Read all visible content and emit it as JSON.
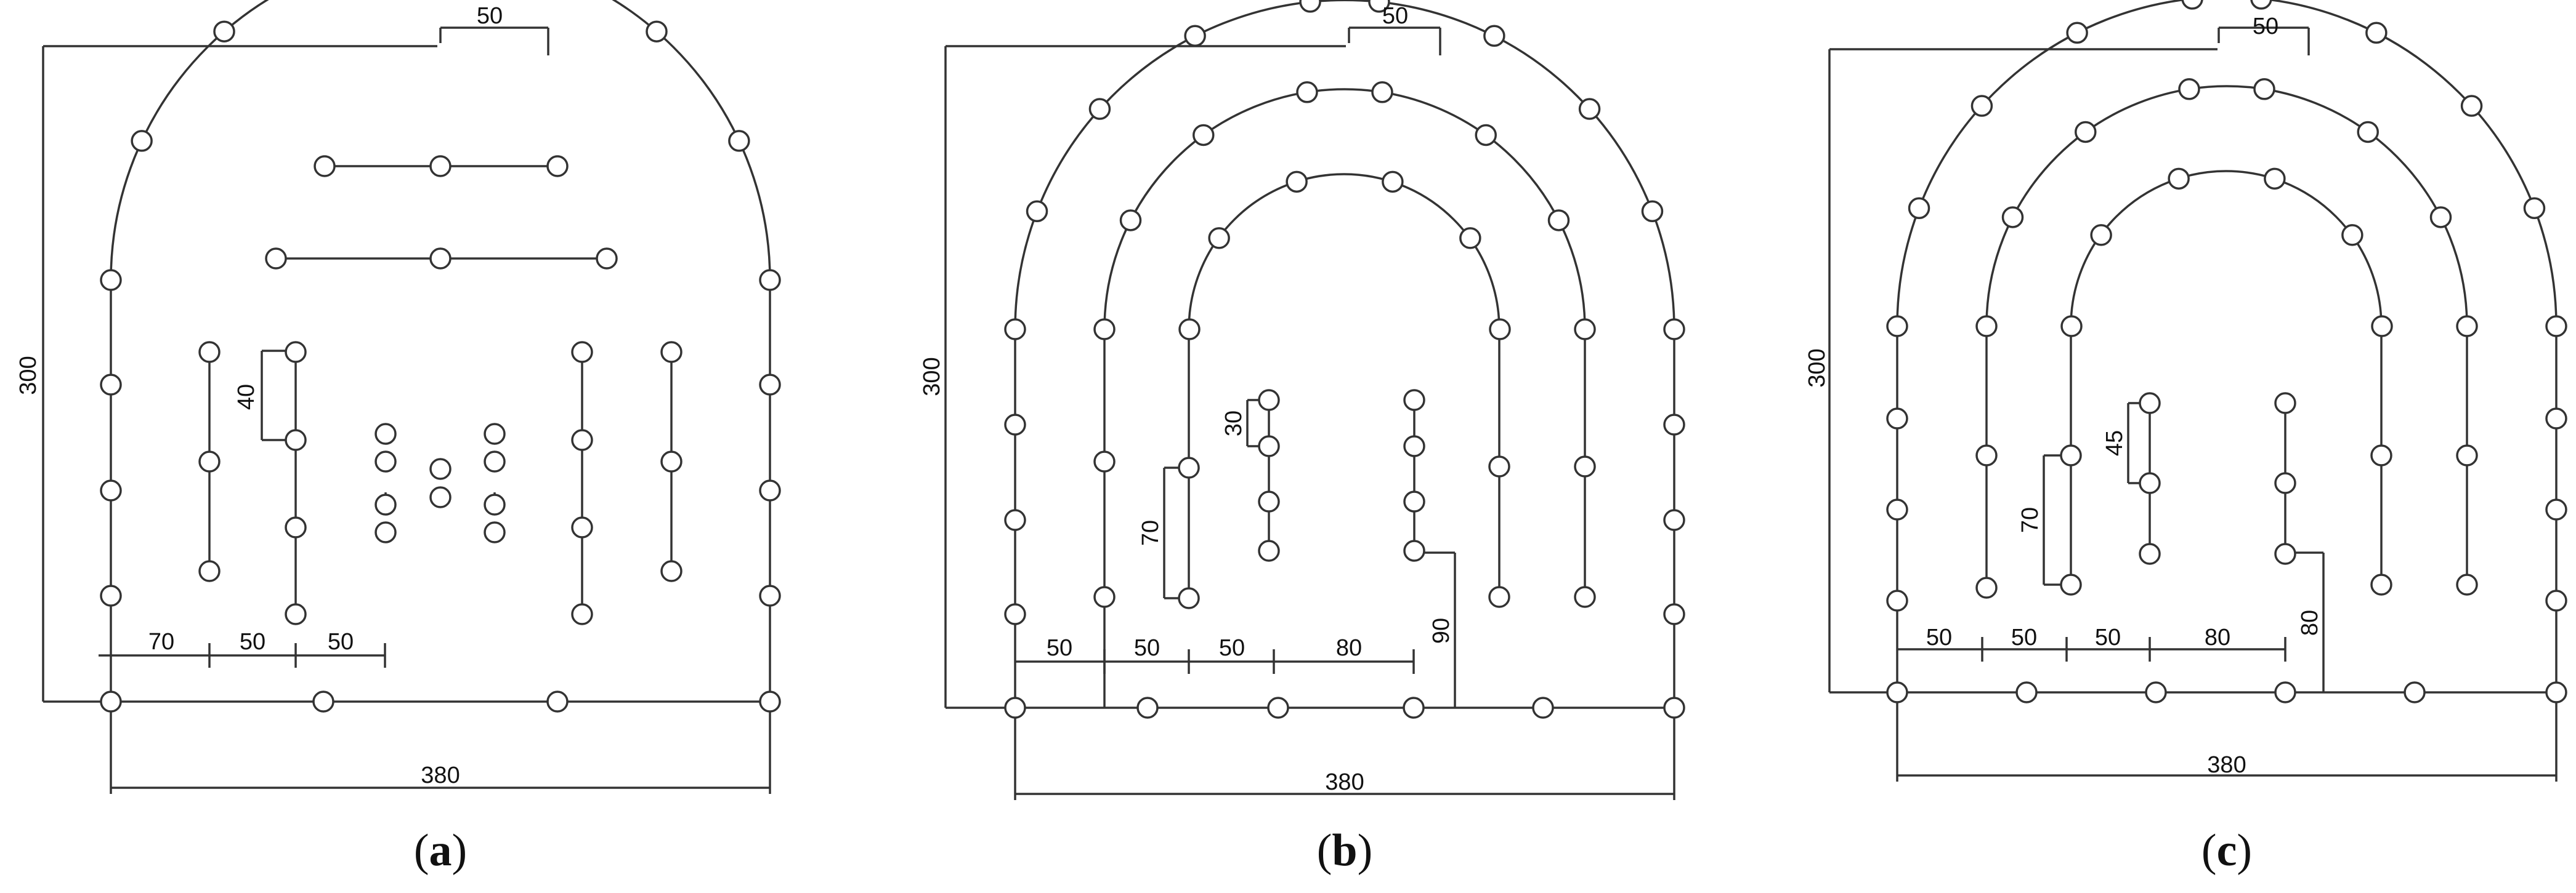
{
  "figures": [
    {
      "caption_pre": "(",
      "caption_letter": "a",
      "caption_post": ")",
      "dims": {
        "width": "380",
        "height": "300",
        "hole_spacing": "40",
        "bottom": [
          "70",
          "50",
          "50"
        ],
        "top_arc": "50"
      }
    },
    {
      "caption_pre": "(",
      "caption_letter": "b",
      "caption_post": ")",
      "dims": {
        "width": "380",
        "height": "300",
        "hole_spacing": "30",
        "left_gap": "70",
        "right_drop": "90",
        "bottom": [
          "50",
          "50",
          "50",
          "80"
        ],
        "top_arc": "50"
      }
    },
    {
      "caption_pre": "(",
      "caption_letter": "c",
      "caption_post": ")",
      "dims": {
        "width": "380",
        "height": "300",
        "hole_spacing": "45",
        "left_gap": "70",
        "right_drop": "80",
        "bottom": [
          "50",
          "50",
          "50",
          "80"
        ],
        "top_arc": "50"
      }
    }
  ],
  "colors": {
    "line": "#333333",
    "hole": "#333333",
    "text": "#111111"
  }
}
